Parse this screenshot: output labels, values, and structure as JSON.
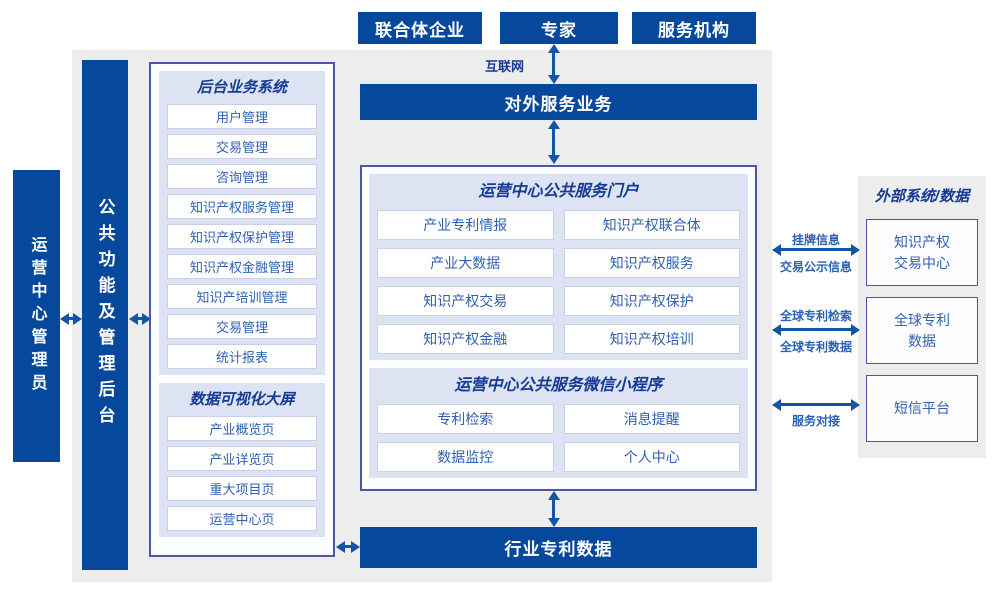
{
  "colors": {
    "primary_blue": "#06489b",
    "arrow_blue": "#1254a6",
    "panel_gray": "#ededed",
    "panel_lavender": "#dde3f3",
    "header_navy": "#143a94",
    "item_text_blue": "#2f5fb3"
  },
  "top_entities": [
    "联合体企业",
    "专家",
    "服务机构"
  ],
  "internet_label": "互联网",
  "external_service_bar": "对外服务业务",
  "admin_box": "运营中心管理员",
  "backend_bar": "公共功能及管理后台",
  "backend_system": {
    "title": "后台业务系统",
    "items": [
      "用户管理",
      "交易管理",
      "咨询管理",
      "知识产权服务管理",
      "知识产权保护管理",
      "知识产权金融管理",
      "知识产培训管理",
      "交易管理",
      "统计报表"
    ]
  },
  "data_viz": {
    "title": "数据可视化大屏",
    "items": [
      "产业概览页",
      "产业详览页",
      "重大项目页",
      "运营中心页"
    ]
  },
  "portal": {
    "title": "运营中心公共服务门户",
    "items": [
      "产业专利情报",
      "知识产权联合体",
      "产业大数据",
      "知识产权服务",
      "知识产权交易",
      "知识产权保护",
      "知识产权金融",
      "知识产权培训"
    ]
  },
  "miniprogram": {
    "title": "运营中心公共服务微信小程序",
    "items": [
      "专利检索",
      "消息提醒",
      "数据监控",
      "个人中心"
    ]
  },
  "industry_data_bar": "行业专利数据",
  "external_panel": {
    "title": "外部系统/数据",
    "boxes": [
      "知识产权\n交易中心",
      "全球专利\n数据",
      "短信平台"
    ]
  },
  "link_labels": {
    "listing_info": "挂牌信息",
    "trade_publicity": "交易公示信息",
    "global_patent_search": "全球专利检索",
    "global_patent_data": "全球专利数据",
    "service_connect": "服务对接"
  }
}
